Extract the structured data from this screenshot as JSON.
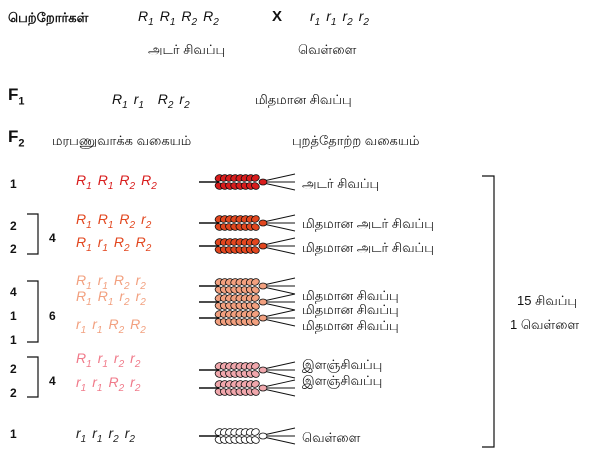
{
  "header": {
    "parents_label": "பெற்றோர்கள்",
    "parent1": [
      "R1",
      "R1",
      "R2",
      "R2"
    ],
    "cross": "X",
    "parent2": [
      "r1",
      "r1",
      "r2",
      "r2"
    ],
    "parent1_phenotype": "அடர் சிவப்பு",
    "parent2_phenotype": "வெள்ளை"
  },
  "f1": {
    "label": "F",
    "sub": "1",
    "genotype": [
      "R1",
      "r1",
      "R2",
      "r2"
    ],
    "phenotype": "மிதமான சிவப்பு"
  },
  "f2": {
    "label": "F",
    "sub": "2",
    "genotype_heading": "மரபணுவாக்க வகையம்",
    "phenotype_heading": "புறத்தோற்ற வகையம்"
  },
  "colors": {
    "dark_red": "#d81c1c",
    "medium_dark_red": "#e2461e",
    "medium_red": "#ef8a6e",
    "light_red": "#f0a7ac",
    "white_grain": "#ffffff"
  },
  "rows": [
    {
      "count": "1",
      "genotype": [
        "R1",
        "R1",
        "R2",
        "R2"
      ],
      "color": "#d81c1c",
      "phenotype": "அடர் சிவப்பு"
    },
    {
      "count": "2",
      "genotype": [
        "R1",
        "R1",
        "R2",
        "r2"
      ],
      "color": "#e2461e",
      "phenotype": "மிதமான அடர் சிவப்பு"
    },
    {
      "count": "2",
      "genotype": [
        "R1",
        "r1",
        "R2",
        "R2"
      ],
      "color": "#e2461e",
      "phenotype": "மிதமான அடர் சிவப்பு"
    },
    {
      "count": "4",
      "genotype": [
        "R1",
        "r1",
        "R2",
        "r2"
      ],
      "color": "#f2a07f",
      "phenotype": "மிதமான சிவப்பு"
    },
    {
      "count": "1",
      "genotype": [
        "R1",
        "R1",
        "r2",
        "r2"
      ],
      "color": "#f2a07f",
      "phenotype": "மிதமான சிவப்பு"
    },
    {
      "count": "1",
      "genotype": [
        "r1",
        "r1",
        "R2",
        "R2"
      ],
      "color": "#f2a07f",
      "phenotype": "மிதமான சிவப்பு"
    },
    {
      "count": "2",
      "genotype": [
        "R1",
        "r1",
        "r2",
        "r2"
      ],
      "color": "#f0a7ac",
      "phenotype": "இளஞ்சிவப்பு"
    },
    {
      "count": "2",
      "genotype": [
        "r1",
        "r1",
        "R2",
        "r2"
      ],
      "color": "#f0a7ac",
      "phenotype": "இளஞ்சிவப்பு"
    },
    {
      "count": "1",
      "genotype": [
        "r1",
        "r1",
        "r2",
        "r2"
      ],
      "color": "#222222",
      "phenotype": "வெள்ளை"
    }
  ],
  "group_totals": [
    "4",
    "6",
    "4"
  ],
  "summary": {
    "line1": "15 சிவப்பு",
    "line2": "1 வெள்ளை"
  }
}
